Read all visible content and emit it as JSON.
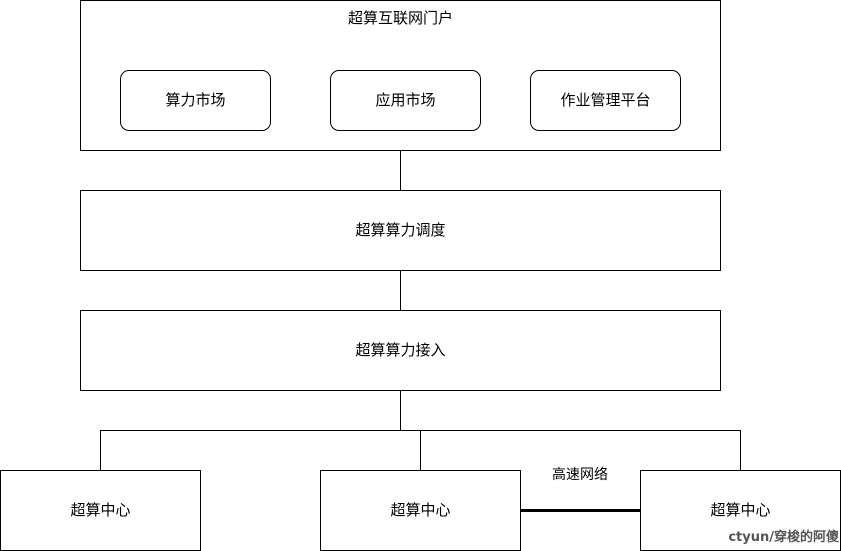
{
  "portal": {
    "title": "超算互联网门户",
    "markets": [
      "算力市场",
      "应用市场",
      "作业管理平台"
    ]
  },
  "layers": {
    "scheduling": "超算算力调度",
    "access": "超算算力接入"
  },
  "centers": [
    "超算中心",
    "超算中心",
    "超算中心"
  ],
  "network_label": "高速网络",
  "watermark": "ctyun/穿梭的阿傻"
}
